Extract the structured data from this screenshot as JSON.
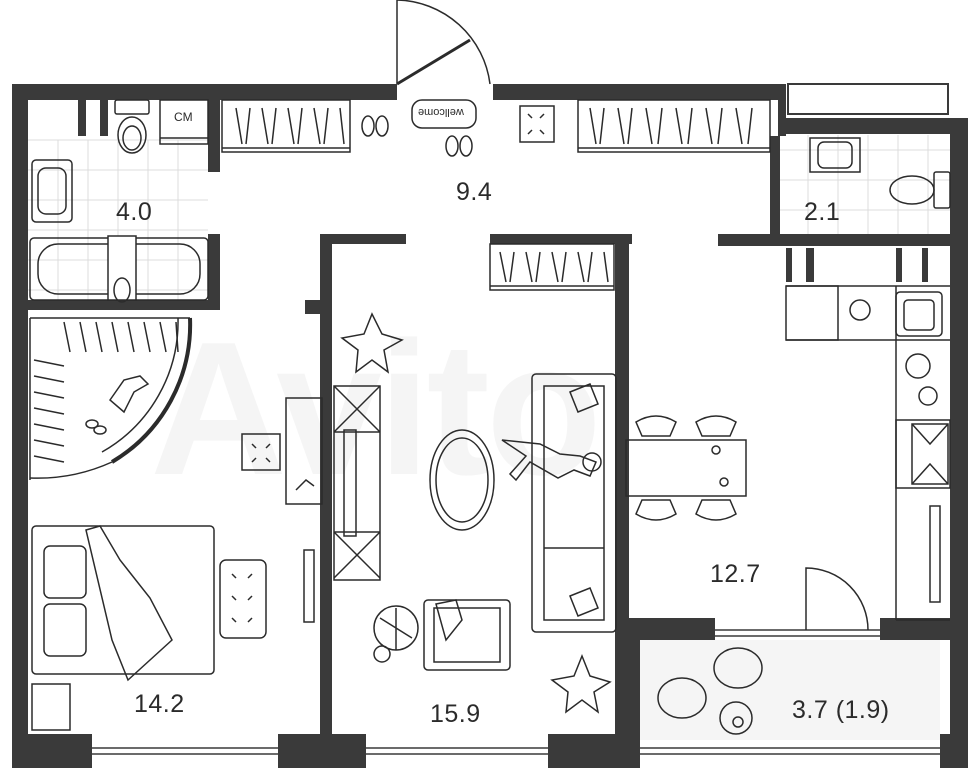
{
  "plan": {
    "rooms": [
      {
        "id": "bathroom",
        "area": "4.0"
      },
      {
        "id": "hall",
        "area": "9.4"
      },
      {
        "id": "wc",
        "area": "2.1"
      },
      {
        "id": "bedroom",
        "area": "14.2"
      },
      {
        "id": "living",
        "area": "15.9"
      },
      {
        "id": "kitchen",
        "area": "12.7"
      },
      {
        "id": "balcony",
        "area": "3.7 (1.9)"
      }
    ],
    "washer_label": "CM",
    "doormat_text": "wellcome",
    "watermark": "Avito",
    "colors": {
      "wall": "#3a3a3a",
      "line": "#2b2b2b",
      "tile": "#dedede",
      "balcony": "#f4f4f4"
    }
  }
}
